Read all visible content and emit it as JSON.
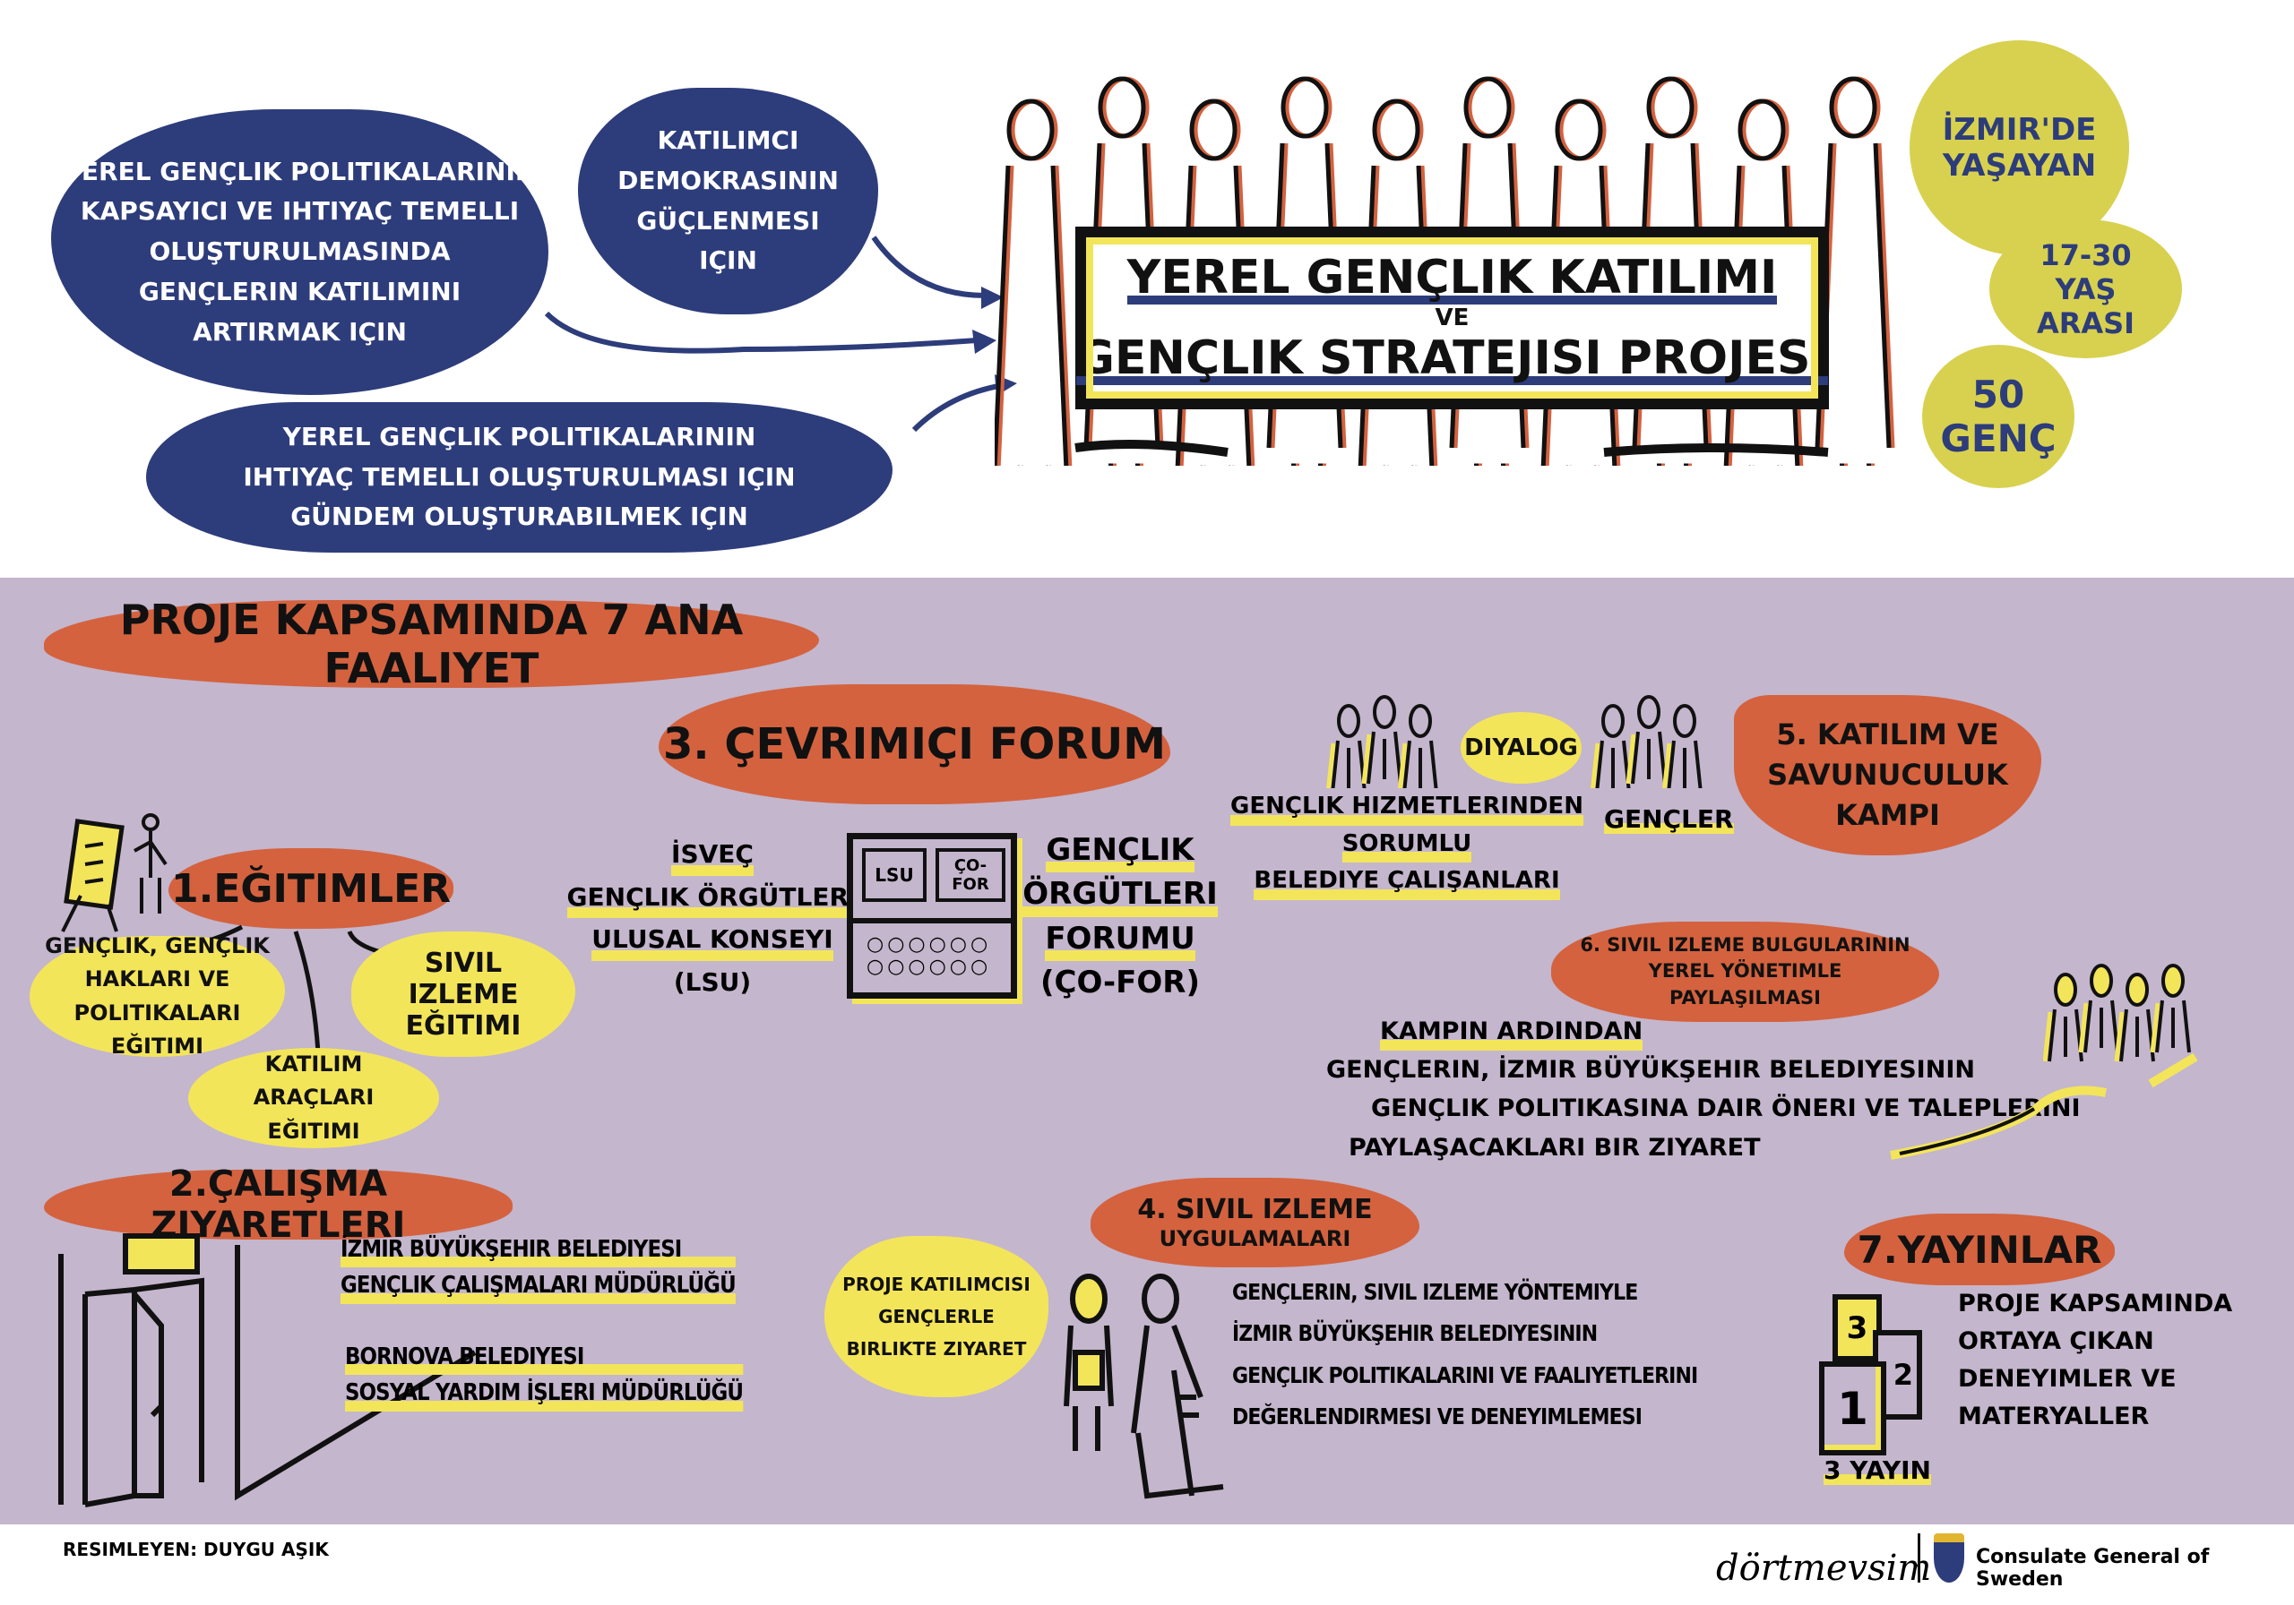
{
  "top": {
    "goal_1": [
      "Yerel gençlik politikalarının",
      "kapsayıcı ve ihtiyaç temelli",
      "oluşturulmasında",
      "gençlerin katılımını",
      "artırmak için"
    ],
    "goal_2": [
      "Katılımcı",
      "demokrasinin",
      "güçlenmesi",
      "için"
    ],
    "goal_3": [
      "Yerel gençlik politikalarının",
      "ihtiyaç temelli oluşturulması için",
      "gündem oluşturabilmek için"
    ],
    "banner": {
      "line1": "Yerel Gençlik Katılımı",
      "connector": "ve",
      "line2": "Gençlik Stratejisi Projesi"
    },
    "facts": [
      "İzmir'de yaşayan",
      "17-30 yaş arası",
      "50 genç"
    ]
  },
  "activities": {
    "section_title": "Proje kapsamında 7 ana faaliyet",
    "a1": {
      "title": "1.Eğitimler",
      "items": [
        "Gençlik, gençlik hakları ve politikaları eğitimi",
        "Sivil izleme eğitimi",
        "Katılım araçları eğitimi"
      ]
    },
    "a2": {
      "title": "2.Çalışma ziyaretleri",
      "visit_1": [
        "İzmir Büyükşehir Belediyesi",
        "Gençlik Çalışmaları Müdürlüğü"
      ],
      "visit_2": [
        "Bornova Belediyesi",
        "Sosyal Yardım İşleri Müdürlüğü"
      ],
      "note": [
        "Proje katılımcısı",
        "gençlerle",
        "birlikte ziyaret"
      ]
    },
    "a3": {
      "title": "3. Çevrimiçi forum",
      "left": [
        "İsveç",
        "Gençlik Örgütleri",
        "Ulusal Konseyi",
        "(LSU)"
      ],
      "right": [
        "Gençlik",
        "Örgütleri",
        "Forumu",
        "(ÇO-FOR)"
      ],
      "screen_1": "LSU",
      "screen_2": "ÇO-FOR"
    },
    "a4": {
      "title": [
        "4. Sivil izleme",
        "uygulamaları"
      ],
      "desc": [
        "Gençlerin, sivil izleme yöntemiyle",
        "İzmir Büyükşehir Belediyesinin",
        "gençlik politikalarını ve faaliyetlerini",
        "değerlendirmesi ve deneyimlemesi"
      ]
    },
    "a5": {
      "title": [
        "5. Katılım ve",
        "savunuculuk",
        "kampı"
      ],
      "dialog": "Diyalog",
      "officials": [
        "Gençlik hizmetlerinden",
        "sorumlu",
        "belediye çalışanları"
      ],
      "youth": "Gençler"
    },
    "a6": {
      "title": [
        "6. Sivil izleme bulgularının",
        "yerel yönetimle",
        "paylaşılması"
      ],
      "desc": [
        "Kampın ardından",
        "gençlerin, İzmir Büyükşehir Belediyesinin",
        "gençlik politikasına dair öneri ve taleplerini",
        "paylaşacakları bir ziyaret"
      ]
    },
    "a7": {
      "title": "7.Yayınlar",
      "desc": [
        "Proje kapsamında",
        "ortaya çıkan",
        "deneyimler ve",
        "materyaller"
      ],
      "count": "3 yayın",
      "books": [
        "1",
        "2",
        "3"
      ]
    }
  },
  "footer": {
    "credit": "Resimleyen: Duygu Aşık",
    "logo_1": "dörtmevsim",
    "logo_2": "Consulate General of Sweden"
  },
  "colors": {
    "blue": "#2d3c7a",
    "orange": "#d4623f",
    "yellow": "#f3e55a",
    "olive": "#d7d14f",
    "purple": "#c4b6cc"
  }
}
